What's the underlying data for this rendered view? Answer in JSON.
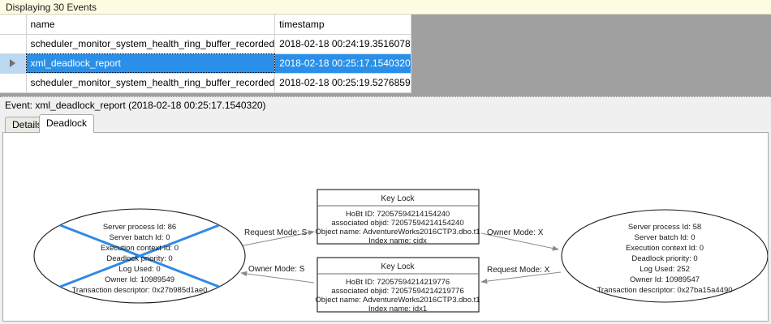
{
  "banner": {
    "text": "Displaying 30 Events"
  },
  "grid": {
    "columns": [
      {
        "key": "selector",
        "label": ""
      },
      {
        "key": "name",
        "label": "name"
      },
      {
        "key": "timestamp",
        "label": "timestamp"
      }
    ],
    "rows": [
      {
        "selector": "",
        "name": "scheduler_monitor_system_health_ring_buffer_recorded",
        "timestamp": "2018-02-18 00:24:19.3516078",
        "selected": false
      },
      {
        "selector": "▶",
        "name": "xml_deadlock_report",
        "timestamp": "2018-02-18 00:25:17.1540320",
        "selected": true
      },
      {
        "selector": "",
        "name": "scheduler_monitor_system_health_ring_buffer_recorded",
        "timestamp": "2018-02-18 00:25:19.5276859",
        "selected": false
      }
    ]
  },
  "event_caption": {
    "text": "Event: xml_deadlock_report (2018-02-18 00:25:17.1540320)"
  },
  "tabs": [
    {
      "id": "details",
      "label": "Details",
      "active": false
    },
    {
      "id": "deadlock",
      "label": "Deadlock",
      "active": true
    }
  ],
  "deadlock_graph": {
    "processes": [
      {
        "id": "process-left",
        "is_victim": true,
        "lines": [
          "Server process Id: 86",
          "Server batch Id: 0",
          "Execution context Id: 0",
          "Deadlock priority: 0",
          "Log Used: 0",
          "Owner Id: 10989549",
          "Transaction descriptor: 0x27b985d1ae0"
        ]
      },
      {
        "id": "process-right",
        "is_victim": false,
        "lines": [
          "Server process Id: 58",
          "Server batch Id: 0",
          "Execution context Id: 0",
          "Deadlock priority: 0",
          "Log Used: 252",
          "Owner Id: 10989547",
          "Transaction descriptor: 0x27ba15a4490"
        ]
      }
    ],
    "resources": [
      {
        "id": "key-lock-top",
        "title": "Key Lock",
        "lines": [
          "HoBt ID: 72057594214154240",
          "associated objid: 72057594214154240",
          "Object name: AdventureWorks2016CTP3.dbo.t1",
          "Index name: cidx"
        ]
      },
      {
        "id": "key-lock-bottom",
        "title": "Key Lock",
        "lines": [
          "HoBt ID: 72057594214219776",
          "associated objid: 72057594214219776",
          "Object name: AdventureWorks2016CTP3.dbo.t1",
          "Index name: idx1"
        ]
      }
    ],
    "edges": [
      {
        "id": "edge-left-request",
        "label": "Request Mode: S"
      },
      {
        "id": "edge-left-owner",
        "label": "Owner Mode: S"
      },
      {
        "id": "edge-right-owner",
        "label": "Owner Mode: X"
      },
      {
        "id": "edge-right-request",
        "label": "Request Mode: X"
      }
    ],
    "colors": {
      "victim_cross": "#2e8ae6",
      "edge": "#8a8a8a",
      "node_border": "#1a1a1a"
    }
  }
}
